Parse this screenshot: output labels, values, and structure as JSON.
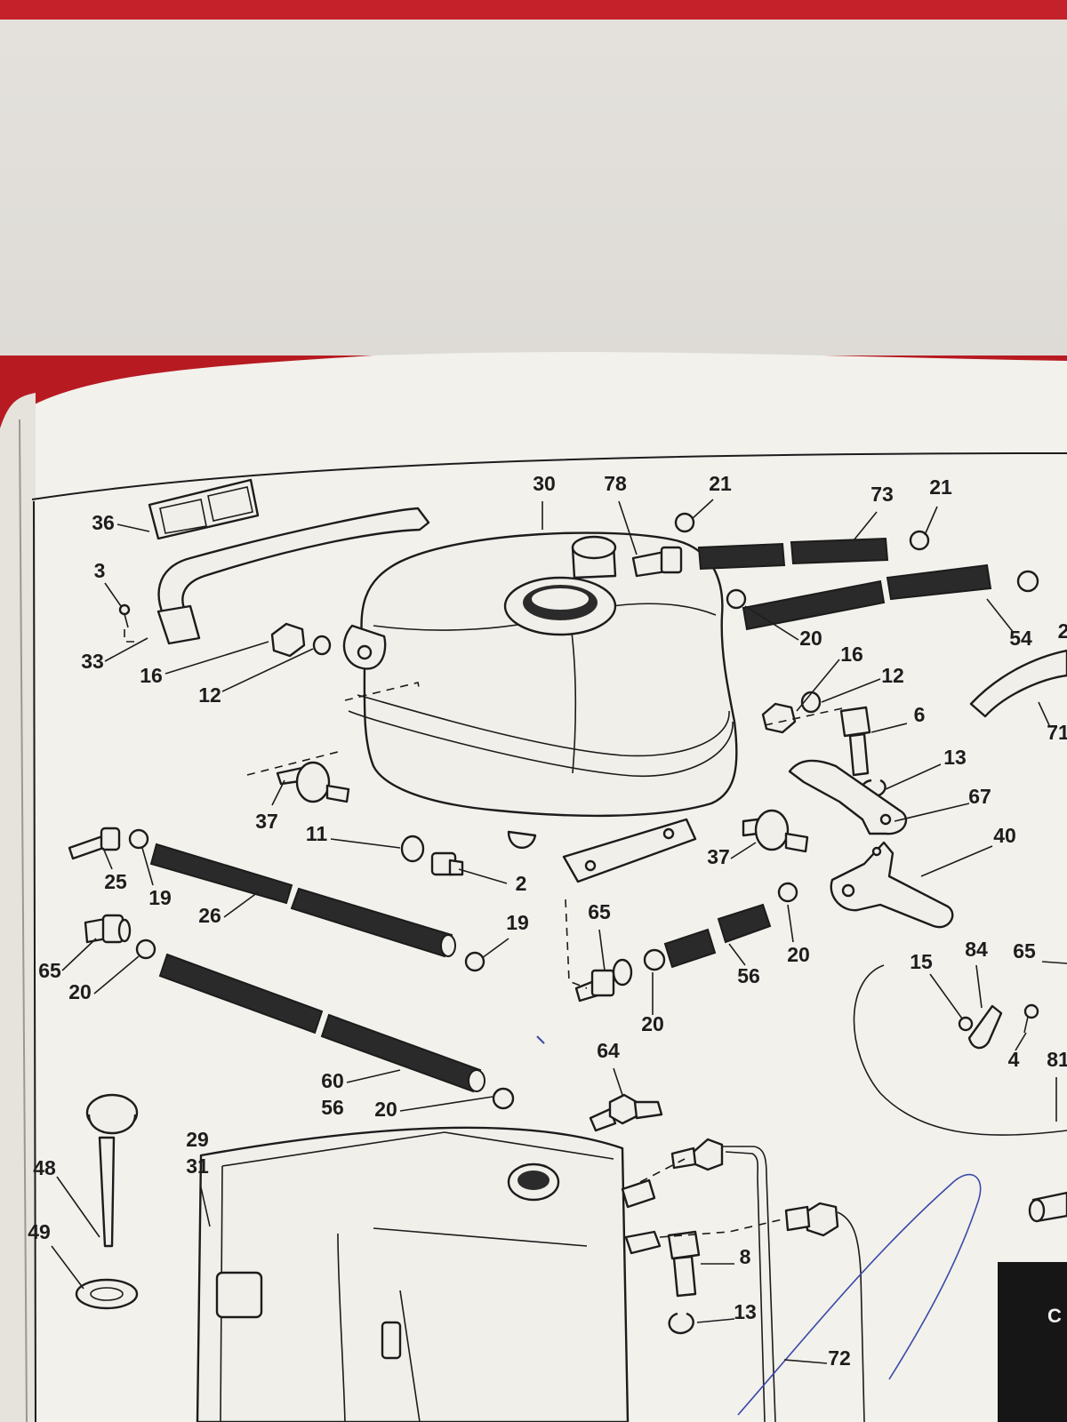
{
  "callouts": [
    {
      "id": "c36",
      "text": "36"
    },
    {
      "id": "c3",
      "text": "3"
    },
    {
      "id": "c33",
      "text": "33"
    },
    {
      "id": "c16a",
      "text": "16"
    },
    {
      "id": "c12a",
      "text": "12"
    },
    {
      "id": "c37a",
      "text": "37"
    },
    {
      "id": "c11",
      "text": "11"
    },
    {
      "id": "c2",
      "text": "2"
    },
    {
      "id": "c25",
      "text": "25"
    },
    {
      "id": "c19a",
      "text": "19"
    },
    {
      "id": "c26",
      "text": "26"
    },
    {
      "id": "c19b",
      "text": "19"
    },
    {
      "id": "c65a",
      "text": "65"
    },
    {
      "id": "c20a",
      "text": "20"
    },
    {
      "id": "c60",
      "text": "60"
    },
    {
      "id": "c56a",
      "text": "56"
    },
    {
      "id": "c20b",
      "text": "20"
    },
    {
      "id": "c30",
      "text": "30"
    },
    {
      "id": "c78",
      "text": "78"
    },
    {
      "id": "c21a",
      "text": "21"
    },
    {
      "id": "c73",
      "text": "73"
    },
    {
      "id": "c21b",
      "text": "21"
    },
    {
      "id": "c20c",
      "text": "20"
    },
    {
      "id": "c54",
      "text": "54"
    },
    {
      "id": "c2b",
      "text": "2"
    },
    {
      "id": "c16b",
      "text": "16"
    },
    {
      "id": "c12b",
      "text": "12"
    },
    {
      "id": "c6",
      "text": "6"
    },
    {
      "id": "c71",
      "text": "71"
    },
    {
      "id": "c13a",
      "text": "13"
    },
    {
      "id": "c67",
      "text": "67"
    },
    {
      "id": "c40",
      "text": "40"
    },
    {
      "id": "c37b",
      "text": "37"
    },
    {
      "id": "c65b",
      "text": "65"
    },
    {
      "id": "c20d",
      "text": "20"
    },
    {
      "id": "c56b",
      "text": "56"
    },
    {
      "id": "c20e",
      "text": "20"
    },
    {
      "id": "c15",
      "text": "15"
    },
    {
      "id": "c84",
      "text": "84"
    },
    {
      "id": "c65c",
      "text": "65"
    },
    {
      "id": "c4",
      "text": "4"
    },
    {
      "id": "c81",
      "text": "81"
    },
    {
      "id": "c64",
      "text": "64"
    },
    {
      "id": "c29",
      "text": "29"
    },
    {
      "id": "c31",
      "text": "31"
    },
    {
      "id": "c48",
      "text": "48"
    },
    {
      "id": "c49",
      "text": "49"
    },
    {
      "id": "c8",
      "text": "8"
    },
    {
      "id": "c13b",
      "text": "13"
    },
    {
      "id": "c72",
      "text": "72"
    }
  ],
  "tab": {
    "text": "C"
  },
  "colors": {
    "cover": "#b81a22",
    "page": "#f2f0eb",
    "ink": "#1c1c1c"
  }
}
